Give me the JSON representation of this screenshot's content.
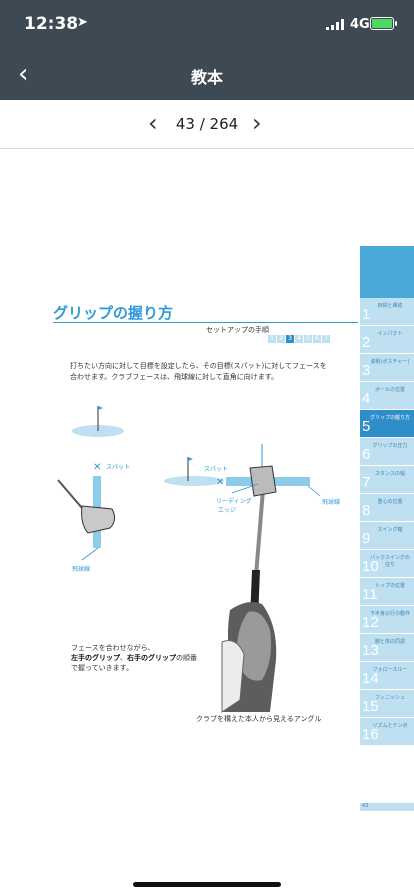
{
  "status": {
    "time": "12:38",
    "network": "4G"
  },
  "nav": {
    "title": "教本"
  },
  "pager": {
    "current_page": 43,
    "total_pages": 264,
    "label": "43 / 264"
  },
  "page": {
    "heading": "グリップの握り方",
    "step_label": "セットアップの手順",
    "steps": [
      "1",
      "2",
      "3",
      "4",
      "5",
      "6",
      "7"
    ],
    "current_step": "3",
    "intro": "打ちたい方向に対して目標を設定したら、その目標(スパット)に対してフェースを合わせます。クラブフェースは、飛球線に対して直角に向けます。",
    "label_spat_left": "スパット",
    "label_spat_right": "スパット",
    "label_flight_left": "飛球線",
    "label_flight_right": "飛球線",
    "label_leading_edge_1": "リーディング",
    "label_leading_edge_2": "エッジ",
    "caption_main_1": "フェースを合わせながら、",
    "caption_bold_1": "左手のグリップ",
    "caption_sep": "、",
    "caption_bold_2": "右手のグリップ",
    "caption_main_2": "の順番で握っていきます。",
    "caption_angle": "クラブを構えた本人から見えるアングル",
    "page_number": "43"
  },
  "sidetabs": [
    {
      "num": "1",
      "label": "目標と構成"
    },
    {
      "num": "2",
      "label": "インパクト"
    },
    {
      "num": "3",
      "label": "姿勢(ポスチャー)"
    },
    {
      "num": "4",
      "label": "ボールの位置"
    },
    {
      "num": "5",
      "label": "グリップの握り方"
    },
    {
      "num": "6",
      "label": "グリップの圧力"
    },
    {
      "num": "7",
      "label": "スタンスの幅"
    },
    {
      "num": "8",
      "label": "重心の位置"
    },
    {
      "num": "9",
      "label": "スイング軸"
    },
    {
      "num": "10",
      "label": "バックスイングの往り"
    },
    {
      "num": "11",
      "label": "トップの位置"
    },
    {
      "num": "12",
      "label": "下半身の行の動作"
    },
    {
      "num": "13",
      "label": "腕と体の同調"
    },
    {
      "num": "14",
      "label": "フォロースルー"
    },
    {
      "num": "15",
      "label": "フィニッシュ"
    },
    {
      "num": "16",
      "label": "リズムとテンポ"
    }
  ],
  "active_tab": 4,
  "colors": {
    "accent": "#2e9bd6",
    "bar": "#3e4a53"
  }
}
